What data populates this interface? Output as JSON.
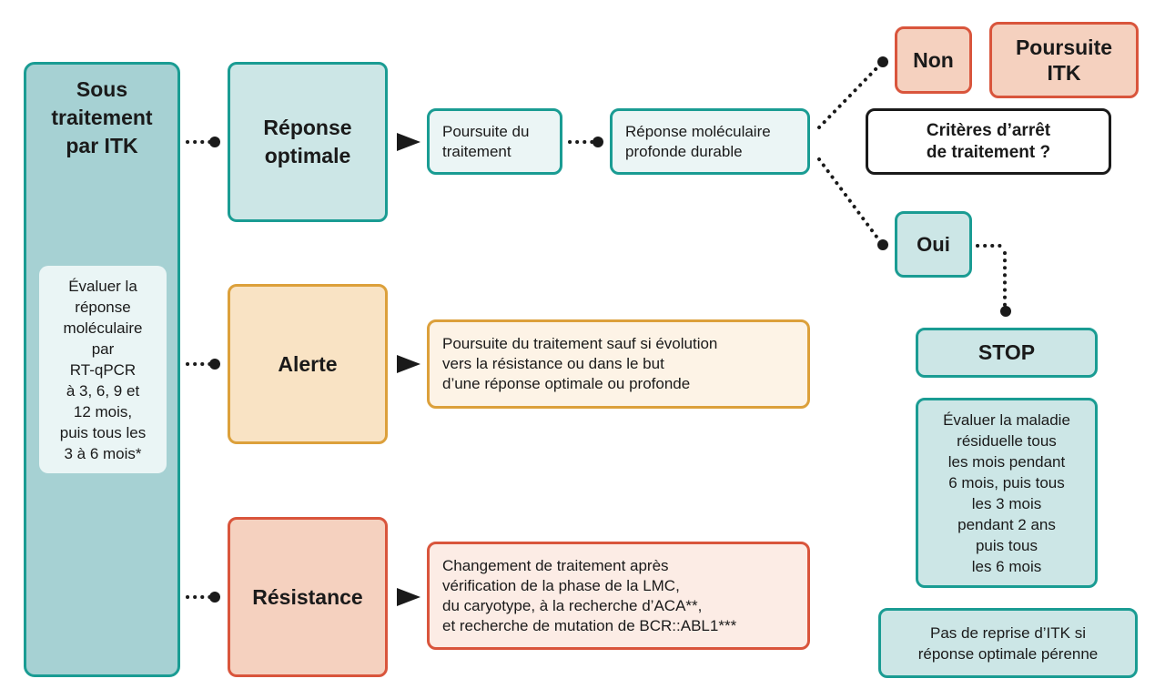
{
  "side": {
    "title": "Sous\ntraitement\npar ITK",
    "evaluate": "Évaluer la\nréponse\nmoléculaire\npar\nRT-qPCR\nà 3, 6, 9 et\n12 mois,\npuis tous les\n3 à 6 mois*"
  },
  "rows": {
    "optimal": {
      "label": "Réponse\noptimale",
      "action": "Poursuite du\ntraitement"
    },
    "alert": {
      "label": "Alerte",
      "action": "Poursuite du traitement sauf si évolution\nvers la résistance ou dans le but\nd’une réponse optimale ou profonde"
    },
    "resistance": {
      "label": "Résistance",
      "action": "Changement de traitement après\nvérification de la phase de la LMC,\ndu caryotype, à la recherche d’ACA**,\net recherche de mutation de BCR::ABL1***"
    }
  },
  "deep": "Réponse moléculaire\nprofonde durable",
  "decision": {
    "question": "Critères d’arrêt\nde traitement ?",
    "no": "Non",
    "continue": "Poursuite\nITK",
    "yes": "Oui"
  },
  "stop": {
    "label": "STOP",
    "monitor": "Évaluer la maladie\nrésiduelle tous\nles mois pendant\n6 mois, puis tous\nles 3 mois\npendant 2 ans\npuis tous\nles 6 mois",
    "note": "Pas de reprise d’ITK si\nréponse optimale pérenne"
  },
  "colors": {
    "teal_border": "#1a9c93",
    "teal_fill": "#a6d1d3",
    "amber_border": "#dca03b",
    "amber_fill": "#f9e3c4",
    "salmon_border": "#d9553c",
    "salmon_fill": "#f5d1bf"
  }
}
